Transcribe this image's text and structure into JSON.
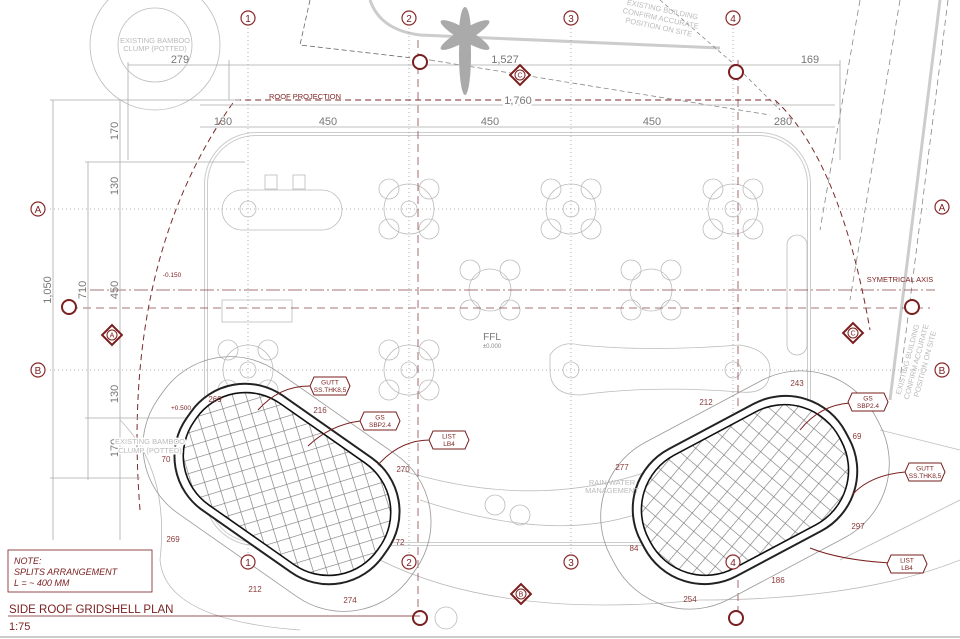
{
  "drawing": {
    "title": "SIDE ROOF GRIDSHELL PLAN",
    "scale": "1:75",
    "note": {
      "heading": "NOTE:",
      "line1": "SPLITS ARRANGEMENT",
      "line2": "L = ~ 400 MM"
    },
    "accent_color": "#7a1f1f"
  },
  "grid": {
    "columns": [
      "1",
      "2",
      "3",
      "4"
    ],
    "rows": [
      "A",
      "B"
    ]
  },
  "dimensions": {
    "top": [
      "279",
      "1,527",
      "169"
    ],
    "roof_span": "1,760",
    "bays": [
      "130",
      "450",
      "450",
      "450",
      "280"
    ],
    "left_inner": [
      "170",
      "130",
      "450",
      "130",
      "170"
    ],
    "left_710": "710",
    "left_total": "1,050"
  },
  "labels": {
    "roof_projection": "ROOF PROJECTION",
    "symmetrical_axis": "SYMETRICAL AXIS",
    "bamboo_line1": "EXISTING BAMBOO",
    "bamboo_line2": "CLUMP (POTTED)",
    "bamboo_lower": "EXISTING BAMBOO",
    "bamboo_lower2": "CLUMP (POTTED)",
    "building_line1": "EXISTING BUILDING",
    "building_line2": "CONFIRM ACCURATE",
    "building_line3": "POSITION ON SITE",
    "rain_line1": "RAIN WATER",
    "rain_line2": "MANAGEMENT",
    "level_low": "-0.150",
    "level_high": "+0.500",
    "ffl": "FFL",
    "ffl_value": "±0.000"
  },
  "sections": {
    "top": "C",
    "left": "A",
    "right": "C",
    "bottom": "B"
  },
  "left_shell": {
    "tags": [
      {
        "l1": "GUTT",
        "l2": "SS.THK8,5"
      },
      {
        "l1": "GS",
        "l2": "SBP2.4"
      },
      {
        "l1": "LIST",
        "l2": "LB4"
      }
    ],
    "dims": [
      "269",
      "216",
      "270",
      "70",
      "269",
      "72",
      "212",
      "274"
    ]
  },
  "right_shell": {
    "tags": [
      {
        "l1": "GS",
        "l2": "SBP2.4"
      },
      {
        "l1": "GUTT",
        "l2": "SS.THK8,5"
      },
      {
        "l1": "LIST",
        "l2": "LB4"
      }
    ],
    "dims": [
      "243",
      "212",
      "69",
      "277",
      "297",
      "84",
      "186",
      "254"
    ]
  }
}
